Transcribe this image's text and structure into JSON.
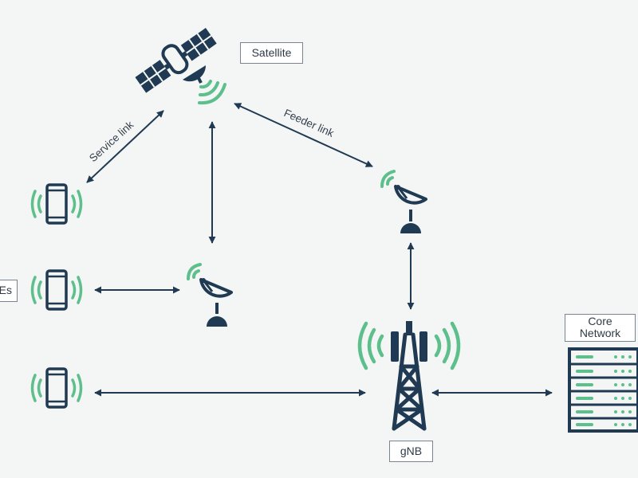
{
  "nodes": {
    "satellite_label": "Satellite",
    "ues_label": "UEs",
    "gnb_label": "gNB",
    "core_label": "Core Network"
  },
  "links": {
    "service_link": "Service link",
    "feeder_link": "Feeder link"
  },
  "colors": {
    "dark": "#1f3a52",
    "green": "#5cbf8c",
    "background": "#f4f5f5"
  },
  "icons": [
    "satellite-icon",
    "phone-icon",
    "dish-antenna-icon",
    "cell-tower-icon",
    "server-rack-icon"
  ]
}
